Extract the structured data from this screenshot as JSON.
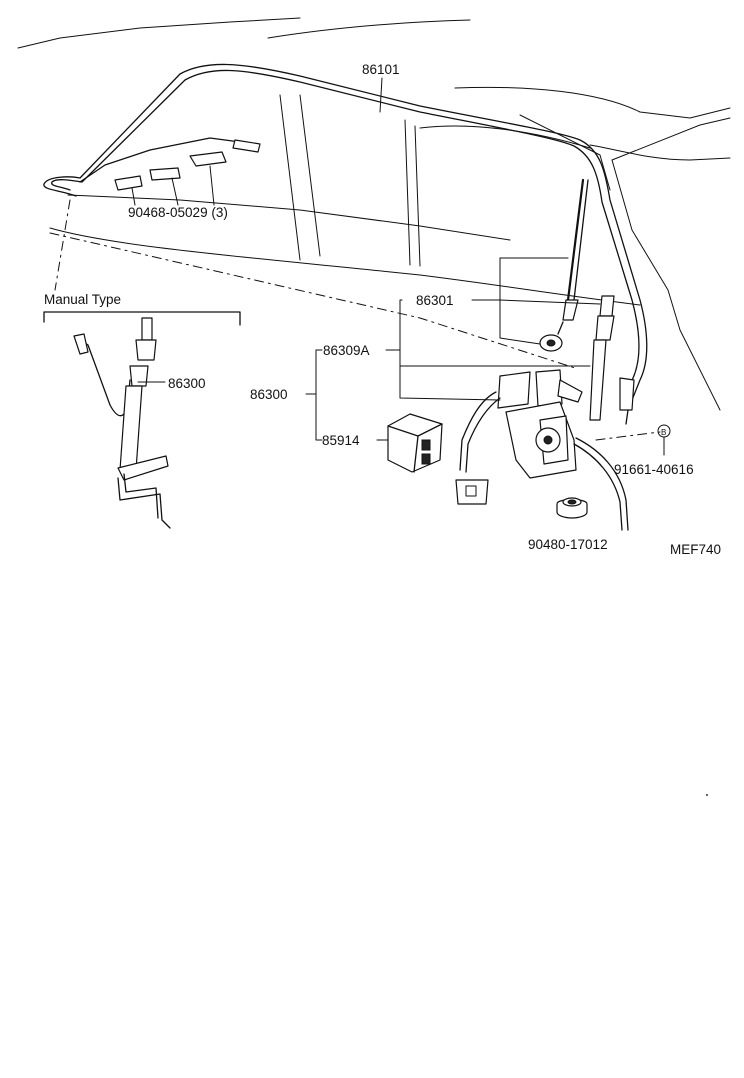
{
  "labels": {
    "antenna_cable": "86101",
    "clamp": "90468-05029 (3)",
    "manual_type": "Manual Type",
    "manual_antenna": "86300",
    "pole_sub_assy": "86301",
    "motor_antenna": "86309A",
    "power_antenna_assy": "86300",
    "relay": "85914",
    "screw": "91661-40616",
    "screw_marker": "B",
    "grommet": "90480-17012",
    "figure_code": "MEF740"
  },
  "colors": {
    "line": "#111111",
    "background": "#ffffff"
  }
}
